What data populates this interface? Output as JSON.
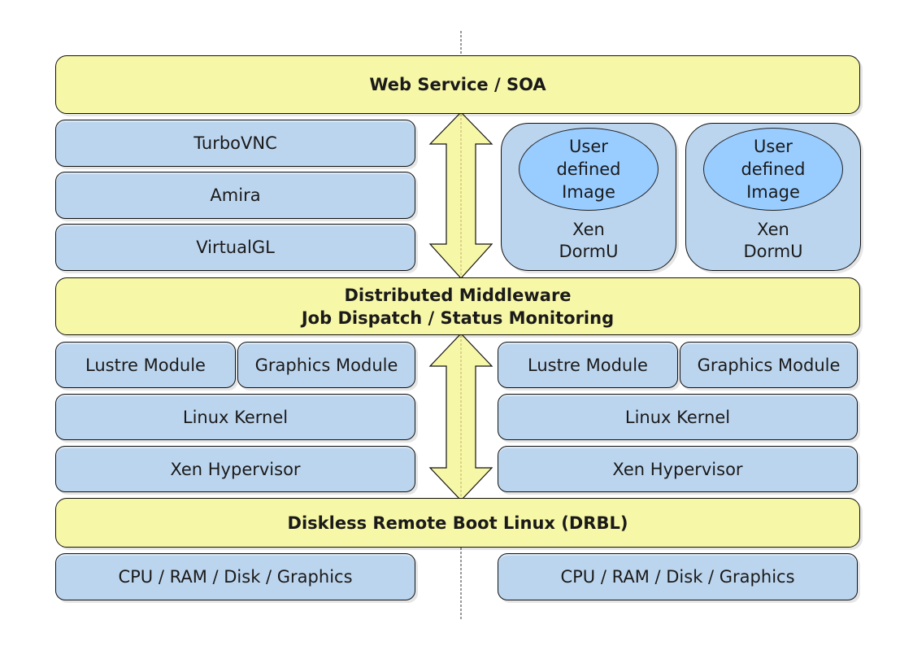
{
  "diagram": {
    "top_layer": "Web Service / SOA",
    "left_stack_top": [
      "TurboVNC",
      "Amira",
      "VirtualGL"
    ],
    "dorm_boxes": [
      {
        "image_label": "User\ndefined\nImage",
        "label": "Xen\nDormU"
      },
      {
        "image_label": "User\ndefined\nImage",
        "label": "Xen\nDormU"
      }
    ],
    "middleware_layer": "Distributed Middleware\nJob Dispatch / Status Monitoring",
    "left_node": {
      "modules": [
        "Lustre Module",
        "Graphics Module"
      ],
      "kernel": "Linux Kernel",
      "hypervisor": "Xen Hypervisor",
      "hardware": "CPU / RAM / Disk / Graphics"
    },
    "right_node": {
      "modules": [
        "Lustre Module",
        "Graphics Module"
      ],
      "kernel": "Linux Kernel",
      "hypervisor": "Xen Hypervisor",
      "hardware": "CPU / RAM / Disk / Graphics"
    },
    "boot_layer": "Diskless Remote Boot Linux (DRBL)",
    "colors": {
      "layer_fill": "#f7f7a8",
      "component_fill": "#bcd5ee",
      "image_fill": "#99ccff",
      "outline": "#111111"
    }
  }
}
